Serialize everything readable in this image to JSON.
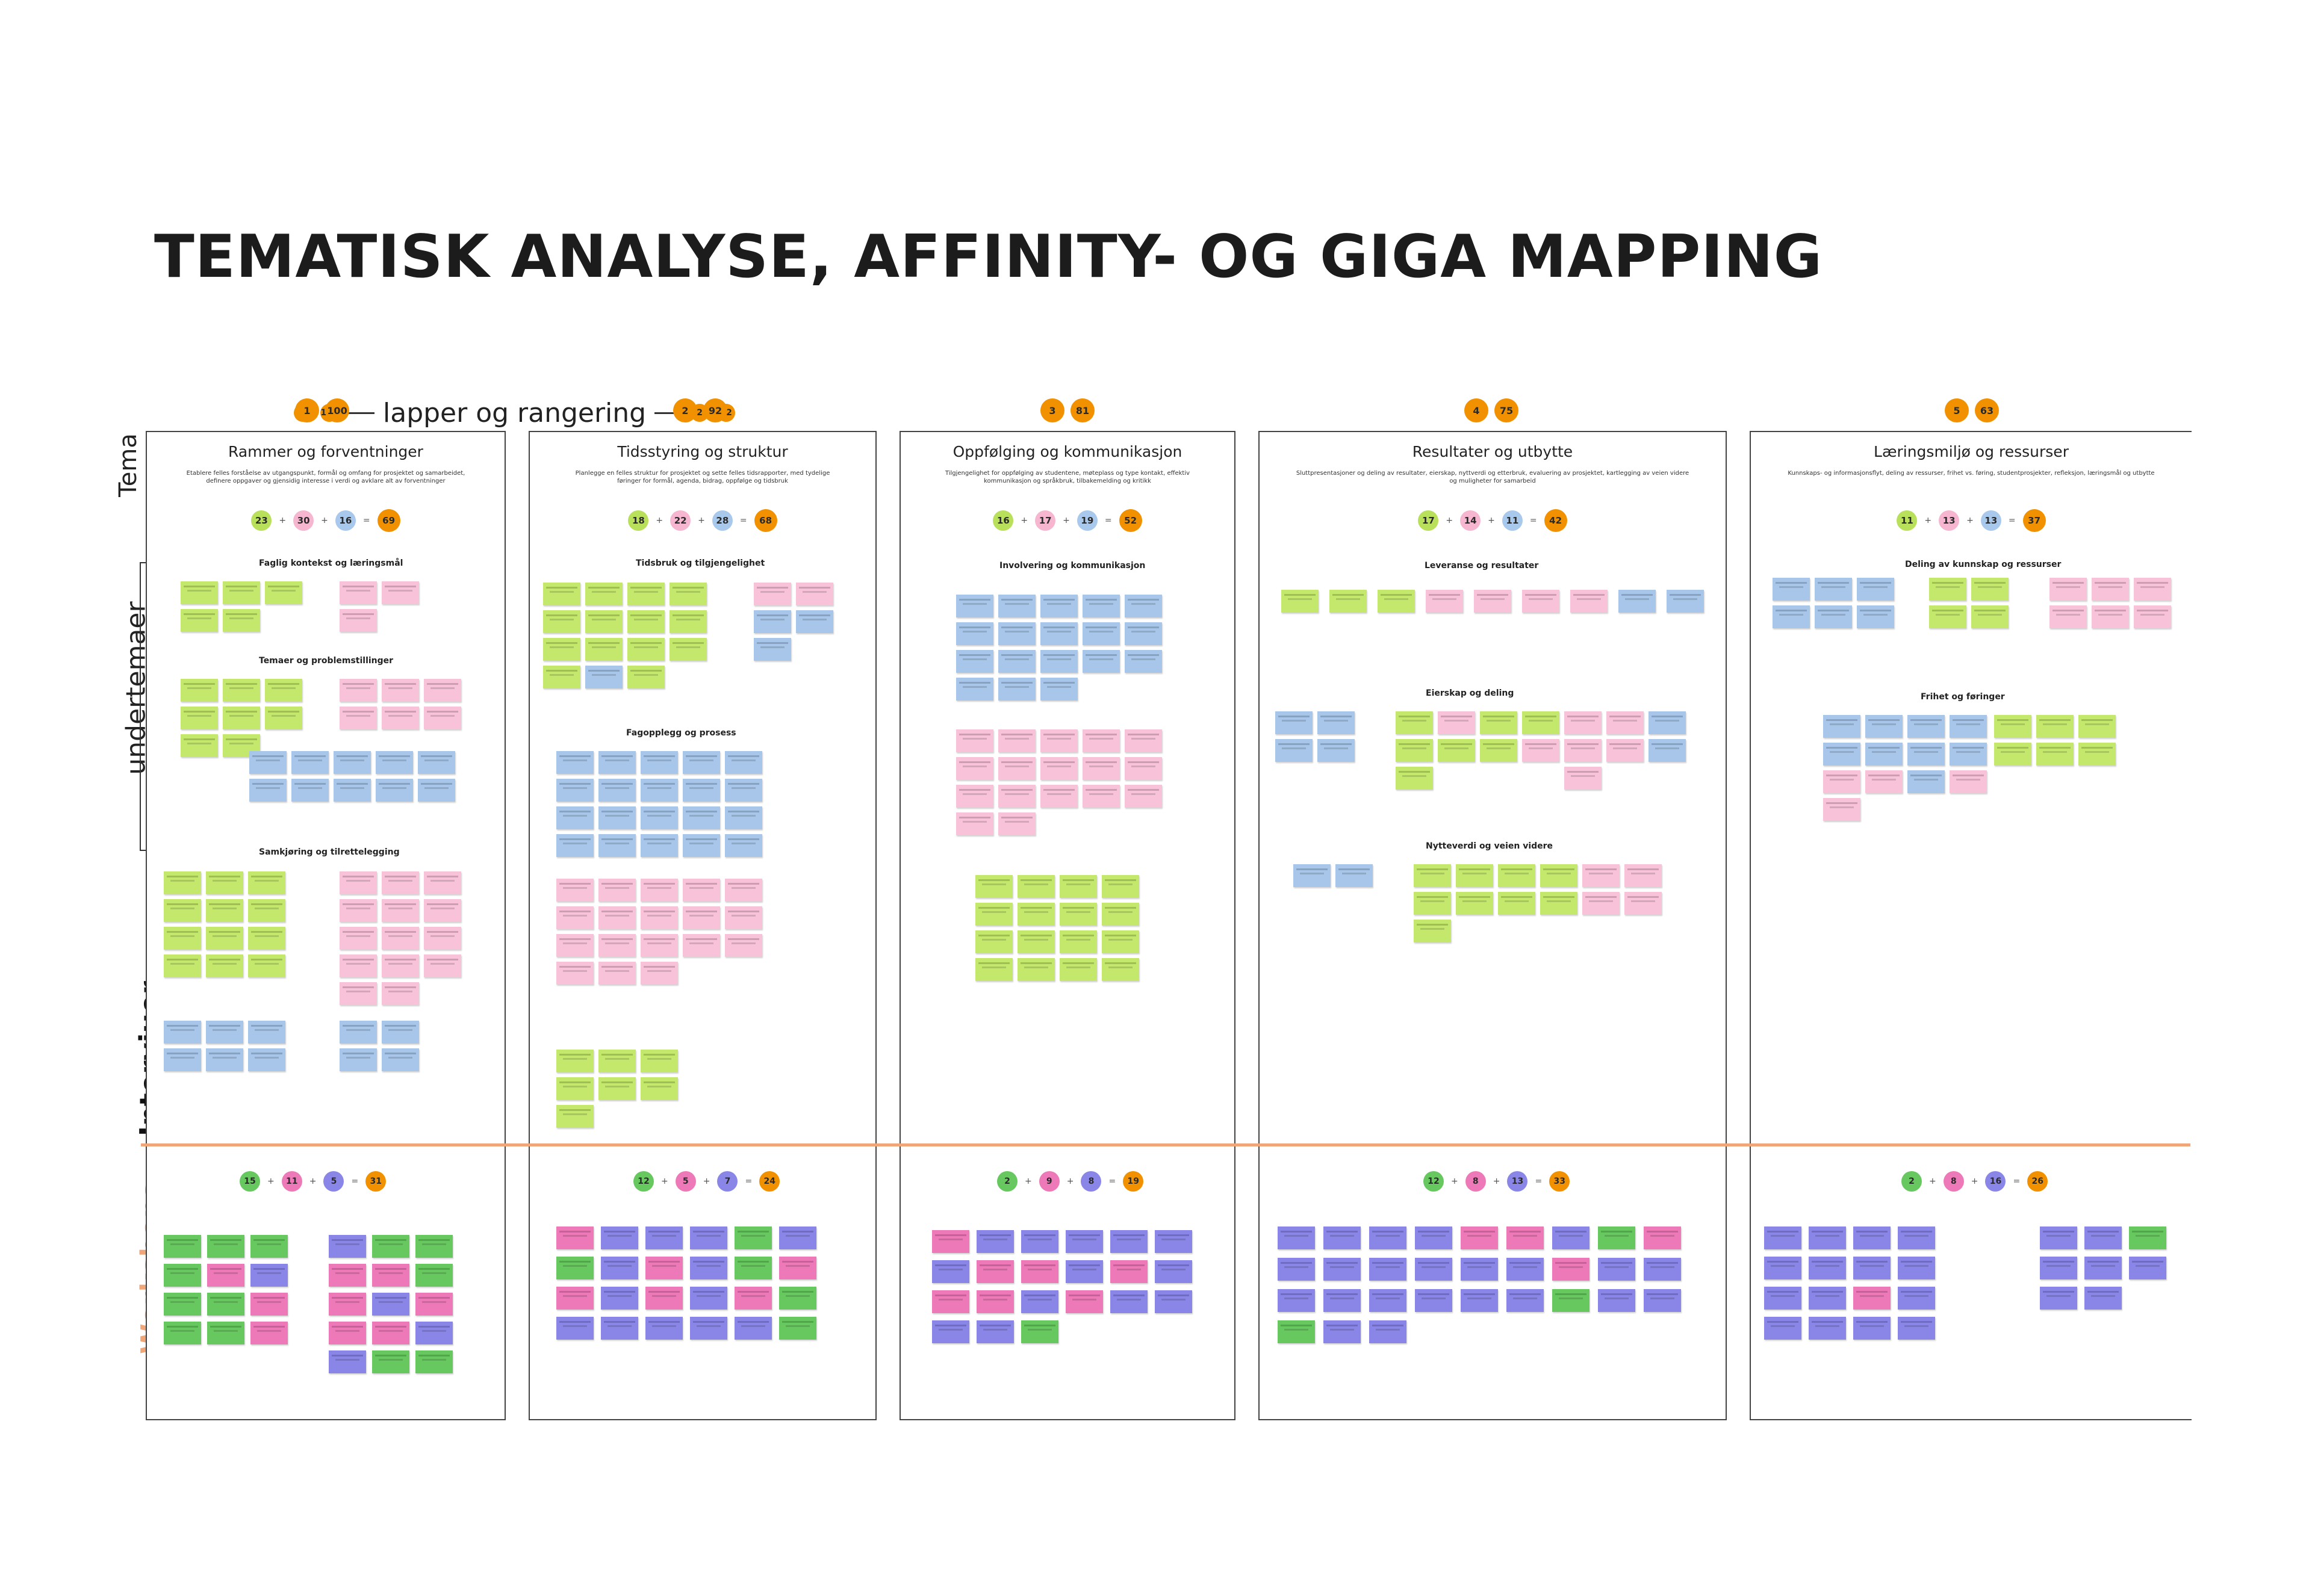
{
  "title": "TEMATISK ANALYSE, AFFINITY- OG GIGA MAPPING",
  "legend": {
    "text": "lapper og rangering",
    "left_badges": [
      "1",
      "100"
    ],
    "right_badges": [
      "2",
      "92"
    ]
  },
  "side_labels": {
    "tema": "Tema",
    "undertemaer": "undertemaer",
    "intervjuer": "Intervjuer",
    "workshops": "Workshops"
  },
  "colors": {
    "orange": "#f29100",
    "green": "#b9e05a",
    "pink": "#f6b6d0",
    "blue": "#a9c9ec",
    "divider": "#f1a679"
  },
  "columns": [
    {
      "rank": "1",
      "score": "100",
      "title": "Rammer og forventninger",
      "description": "Etablere felles forståelse av utgangspunkt, formål og omfang for prosjektet og samarbeidet, definere oppgaver og gjensidig interesse i verdi og avklare alt av forventninger",
      "counts": [
        "23",
        "30",
        "16",
        "69"
      ],
      "subthemes": [
        "Faglig kontekst og læringsmål",
        "Temaer og problemstillinger",
        "Samkjøring og tilrettelegging"
      ],
      "workshop_counts": [
        "15",
        "11",
        "5",
        "31"
      ]
    },
    {
      "rank": "2",
      "score": "92",
      "title": "Tidsstyring og struktur",
      "description": "Planlegge en felles struktur for prosjektet og sette felles tidsrapporter, med tydelige føringer for formål, agenda, bidrag, oppfølge og tidsbruk",
      "counts": [
        "18",
        "22",
        "28",
        "68"
      ],
      "subthemes": [
        "Tidsbruk og tilgjengelighet",
        "Fagopplegg og prosess"
      ],
      "workshop_counts": [
        "12",
        "5",
        "7",
        "24"
      ]
    },
    {
      "rank": "3",
      "score": "81",
      "title": "Oppfølging og kommunikasjon",
      "description": "Tilgjengelighet for oppfølging av studentene, møteplass og type kontakt, effektiv kommunikasjon og språkbruk, tilbakemelding og kritikk",
      "counts": [
        "16",
        "17",
        "19",
        "52"
      ],
      "subthemes": [
        "Involvering og kommunikasjon"
      ],
      "workshop_counts": [
        "2",
        "9",
        "8",
        "19"
      ]
    },
    {
      "rank": "4",
      "score": "75",
      "title": "Resultater og utbytte",
      "description": "Slutt­presentasjoner og deling av resultater, eierskap, nyttverdi og etterbruk, evaluering av prosjektet, kartlegging av veien videre og muligheter for samarbeid",
      "counts": [
        "17",
        "14",
        "11",
        "42"
      ],
      "subthemes": [
        "Leveranse og resultater",
        "Eierskap og deling",
        "Nytteverdi og veien videre"
      ],
      "workshop_counts": [
        "12",
        "8",
        "13",
        "33"
      ]
    },
    {
      "rank": "5",
      "score": "63",
      "title": "Læringsmiljø og ressurser",
      "description": "Kunnskaps- og informasjonsflyt, deling av ressurser, frihet vs. føring, studentprosjekter, refleksjon, læringsmål og utbytte",
      "counts": [
        "11",
        "13",
        "13",
        "37"
      ],
      "subthemes": [
        "Deling av kunnskap og ressurser",
        "Frihet og føringer"
      ],
      "workshop_counts": [
        "2",
        "8",
        "16",
        "26"
      ]
    }
  ]
}
